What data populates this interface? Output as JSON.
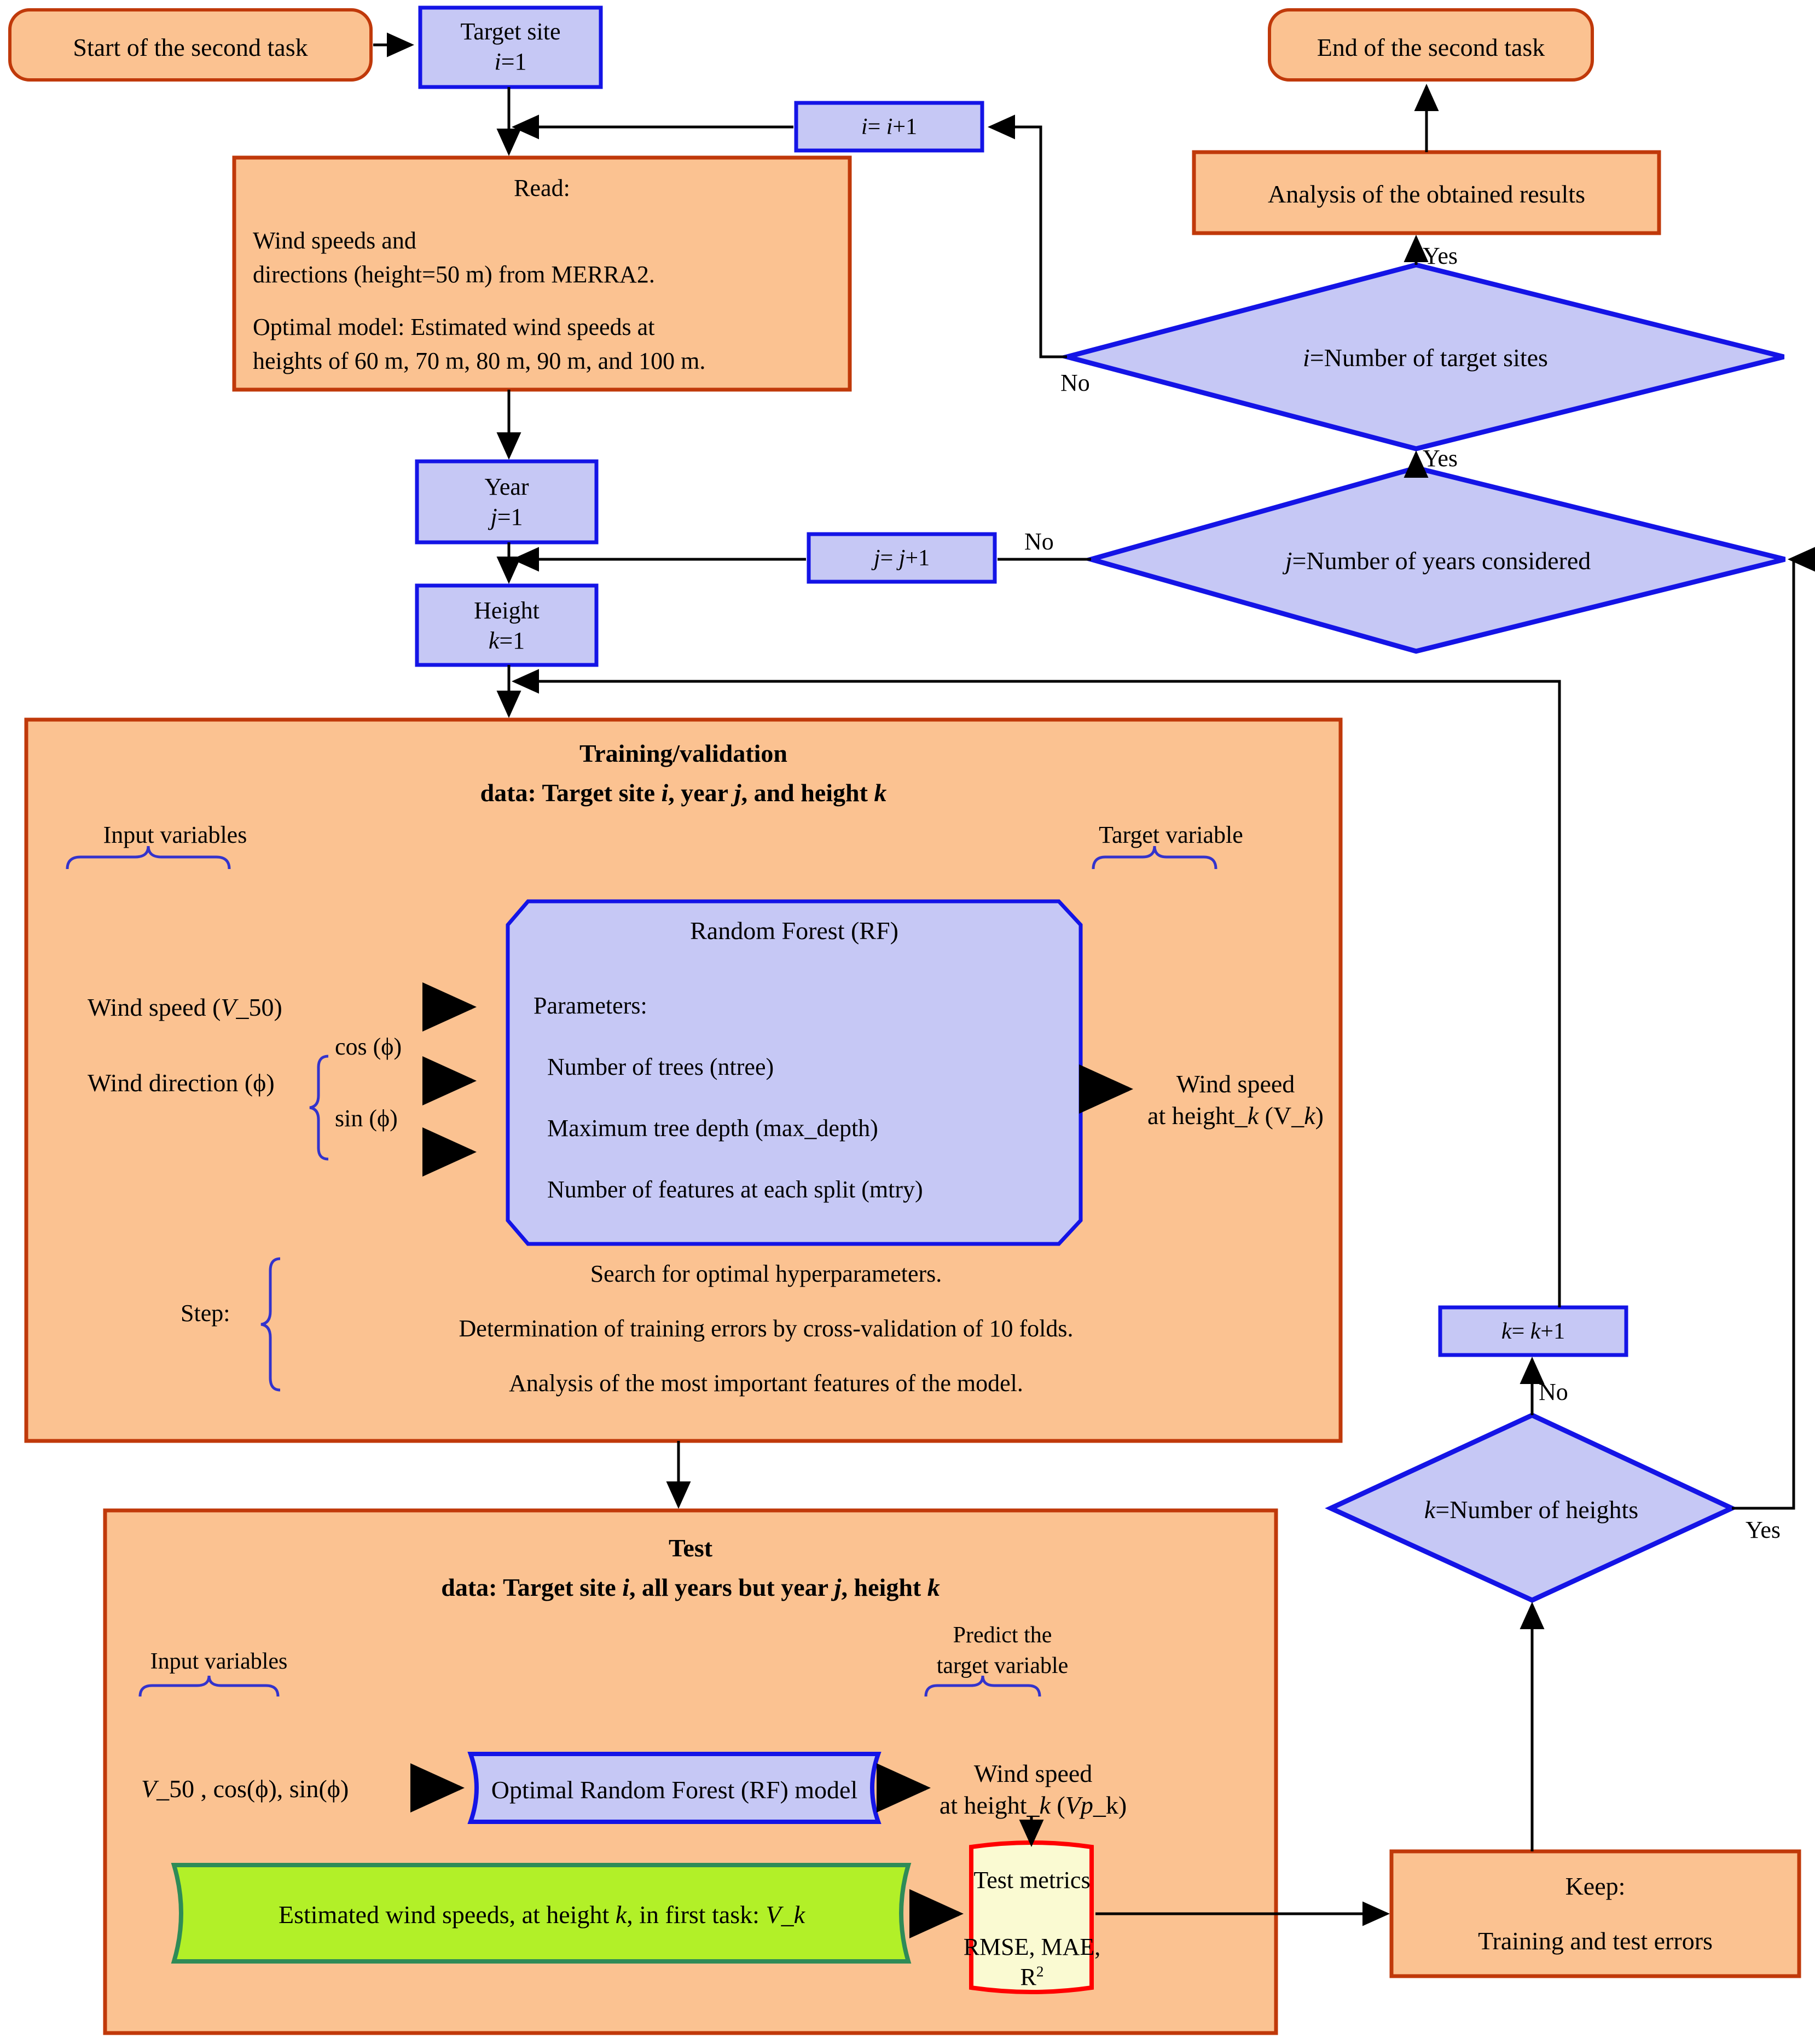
{
  "diagram": {
    "title": "Flowchart of the second task",
    "colors": {
      "orange_fill": "#fbc291",
      "orange_stroke": "#c0390a",
      "blue_fill": "#c6c8f5",
      "blue_stroke": "#1414e6",
      "green_fill": "#b2f028",
      "green_stroke": "#2e8b57",
      "yellow_fill": "#fafad2",
      "yellow_stroke": "#ff0000",
      "line": "#000000",
      "brace": "#3333cc"
    }
  },
  "nodes": {
    "start": {
      "label": "Start of the second task"
    },
    "target_site": {
      "line1": "Target site",
      "line2_var": "i",
      "line2_rest": "=1"
    },
    "i_increment": {
      "var": "i",
      "text": "= ",
      "var2": "i",
      "rest": "+1"
    },
    "read_box": {
      "title": "Read:",
      "line1": "Wind speeds and",
      "line2": "directions (height=50 m) from MERRA2.",
      "line3": "Optimal model: Estimated wind speeds at",
      "line4": "heights of 60 m, 70 m, 80 m, 90 m, and 100 m."
    },
    "year": {
      "line1": "Year",
      "var": "j",
      "rest": "=1"
    },
    "height": {
      "line1": "Height",
      "var": "k",
      "rest": "=1"
    },
    "j_increment": {
      "var": "j",
      "text": "= ",
      "var2": "j",
      "rest": "+1"
    },
    "k_increment": {
      "var": "k",
      "text": "= ",
      "var2": "k",
      "rest": "+1"
    },
    "decision_i": {
      "var": "i",
      "rest": "=Number of target sites"
    },
    "decision_j": {
      "var": "j",
      "rest": "=Number of years considered"
    },
    "decision_k": {
      "var": "k",
      "rest": "=Number of heights"
    },
    "analysis": {
      "label": "Analysis of the obtained results"
    },
    "end": {
      "label": "End of the second task"
    },
    "keep": {
      "line1": "Keep:",
      "line2": "Training and test errors"
    },
    "training": {
      "title": "Training/validation",
      "subtitle_pre": "data: Target site ",
      "subtitle_i": "i",
      "subtitle_mid": ", year ",
      "subtitle_j": "j",
      "subtitle_mid2": ", and height ",
      "subtitle_k": "k",
      "input_variables_label": "Input variables",
      "target_variable_label": "Target variable",
      "wind_speed_input": "Wind speed (",
      "wind_speed_input_var": "V",
      "wind_speed_input_rest": "_50)",
      "wind_direction_input": "Wind direction (ϕ)",
      "cos_term": "cos (ϕ)",
      "sin_term": "sin (ϕ)",
      "target_line1": "Wind speed",
      "target_line2_pre": "at height_",
      "target_line2_k": "k",
      "target_line2_post": " (V_",
      "target_line2_k2": "k",
      "target_line2_end": ")",
      "step_label": "Step:",
      "step_items": [
        "Search for optimal hyperparameters.",
        "Determination of training errors by cross-validation of 10 folds.",
        "Analysis of the most important features of the model."
      ]
    },
    "rf_box": {
      "title": "Random Forest (RF)",
      "params_label": "Parameters:",
      "params": [
        "Number of trees (ntree)",
        "Maximum tree depth (max_depth)",
        "Number of features at each split (mtry)"
      ]
    },
    "test": {
      "title": "Test",
      "subtitle_pre": "data: Target site ",
      "subtitle_i": "i",
      "subtitle_mid": ", all years but year ",
      "subtitle_j": "j",
      "subtitle_mid2": ", height ",
      "subtitle_k": "k",
      "input_variables_label": "Input variables",
      "predict_label_line1": "Predict the",
      "predict_label_line2": "target variable",
      "inputs_var": "V",
      "inputs_rest": "_50 , cos(ϕ), sin(ϕ)",
      "optimal_model": "Optimal Random Forest (RF) model",
      "output_line1": "Wind speed",
      "output_line2_pre": "at height_",
      "output_line2_k": "k",
      "output_line2_mid": " (",
      "output_line2_var": "Vp",
      "output_line2_end": "_k)",
      "estimated_pre": "Estimated wind speeds, at height ",
      "estimated_k": "k",
      "estimated_post": ", in first task: ",
      "estimated_var": "V",
      "estimated_var2": "_k",
      "metrics_title": "Test metrics",
      "metrics_line": "RMSE, MAE, R",
      "metrics_sup": "2"
    }
  },
  "edge_labels": {
    "yes_i": "Yes",
    "no_i": "No",
    "yes_j": "Yes",
    "no_j": "No",
    "no_k": "No",
    "yes_k": "Yes"
  }
}
